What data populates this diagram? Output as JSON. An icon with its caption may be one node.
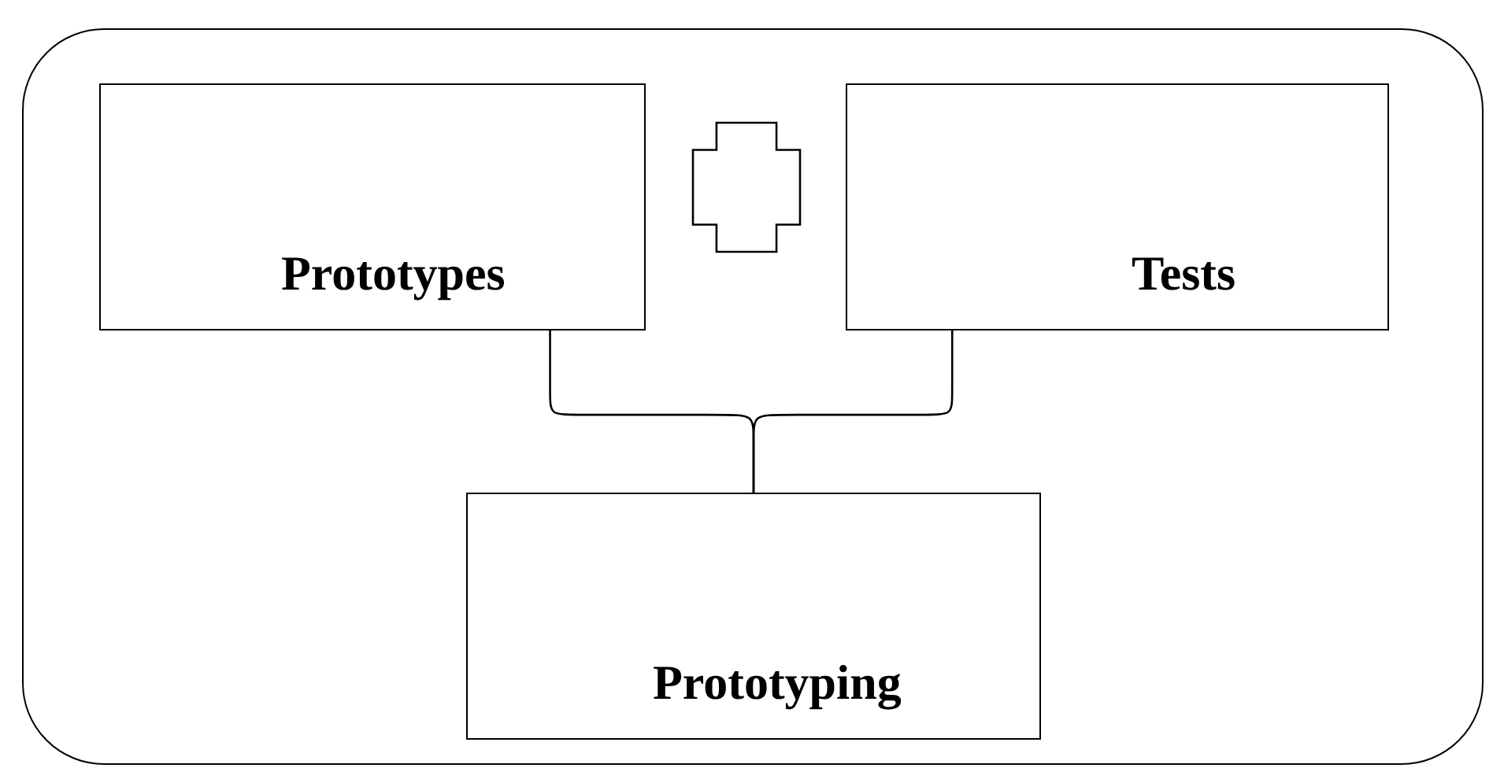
{
  "diagram": {
    "nodes": [
      {
        "text": [],
        "shape": "box"
      },
      {
        "text": [
          "Prototypes"
        ],
        "in": 0
      },
      {
        "text": [],
        "shape": "cross",
        "in": 0
      },
      {
        "text": [
          "Tests"
        ],
        "in": 0
      },
      {
        "text": [
          "Prototyping"
        ],
        "in": 0
      }
    ],
    "edges": [
      {
        "from": 1,
        "to": 4,
        "arrow": "none"
      },
      {
        "from": 3,
        "to": 4,
        "arrow": "none"
      }
    ]
  }
}
